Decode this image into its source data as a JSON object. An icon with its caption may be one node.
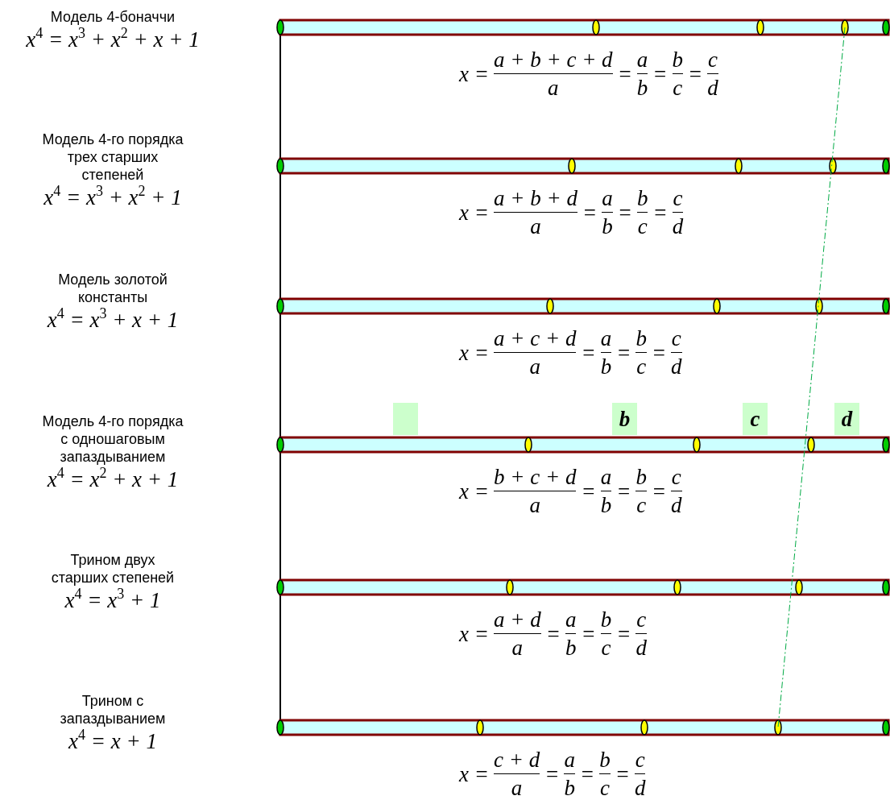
{
  "diagram": {
    "labels": [
      "Модель 4-боначчи",
      "x$^{4}$ = x$^{3}$ + x$^{2}$ + x + 1",
      "x =",
      "a + b + c + d",
      "a",
      "=",
      "a",
      "b",
      "=",
      "b",
      "c",
      "=",
      "c",
      "d",
      "Модель 4-го порядка трех старших степеней",
      "x$^{4}$ = x$^{3}$ + x$^{2}$ + 1",
      "x =",
      "a + b + d",
      "a",
      "=",
      "a",
      "b",
      "=",
      "b",
      "c",
      "=",
      "c",
      "d",
      "Модель золотой константы",
      "x$^{4}$ = x$^{3}$ + x + 1",
      "x =",
      "a + c + d",
      "a",
      "=",
      "a",
      "b",
      "=",
      "b",
      "c",
      "=",
      "c",
      "d",
      "Модель 4-го порядка с одношаговым запаздыванием",
      "x$^{4}$ = x$^{2}$ + x + 1",
      "b",
      "c",
      "d",
      "x =",
      "b + c + d",
      "a",
      "=",
      "a",
      "b",
      "=",
      "b",
      "c",
      "=",
      "c",
      "d",
      "Трином двух старших степеней",
      "x$^{4}$ = x$^{3}$ + 1",
      "x =",
      "a + d",
      "a",
      "=",
      "a",
      "b",
      "=",
      "b",
      "c",
      "=",
      "c",
      "d",
      "Трином с запаздыванием",
      "x$^{4}$ = x + 1",
      "x =",
      "c + d",
      "a",
      "=",
      "a",
      "b",
      "=",
      "b",
      "c",
      "=",
      "c",
      "d"
    ]
  }
}
